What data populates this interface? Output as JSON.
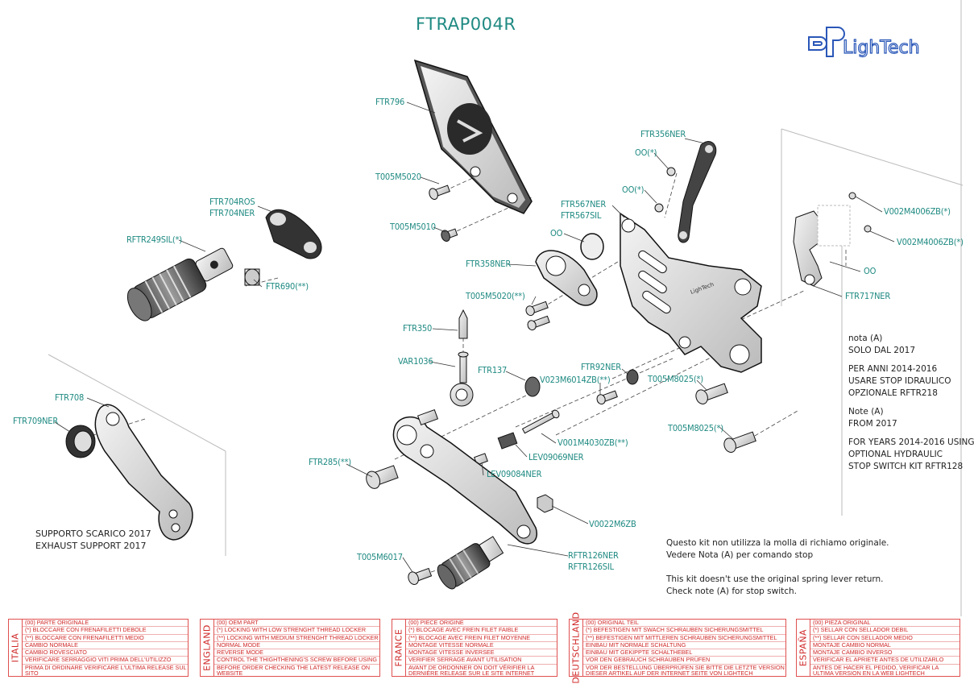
{
  "title": "FTRAP004R",
  "brand": "LighTech",
  "callouts": [
    {
      "id": "FTR796",
      "text": "FTR796"
    },
    {
      "id": "T005M5020a",
      "text": "T005M5020"
    },
    {
      "id": "T005M5010",
      "text": "T005M5010"
    },
    {
      "id": "FTR704ROS",
      "text": "FTR704ROS"
    },
    {
      "id": "FTR704NER",
      "text": "FTR704NER"
    },
    {
      "id": "RFTR249SIL",
      "text": "RFTR249SIL(*)"
    },
    {
      "id": "FTR690",
      "text": "FTR690(**)"
    },
    {
      "id": "FTR358NER",
      "text": "FTR358NER"
    },
    {
      "id": "T005M5020b",
      "text": "T005M5020(**)"
    },
    {
      "id": "OO1",
      "text": "OO"
    },
    {
      "id": "FTR567NER",
      "text": "FTR567NER"
    },
    {
      "id": "FTR567SIL",
      "text": "FTR567SIL"
    },
    {
      "id": "FTR356NER",
      "text": "FTR356NER"
    },
    {
      "id": "OOa",
      "text": "OO(*)"
    },
    {
      "id": "OOb",
      "text": "OO(*)"
    },
    {
      "id": "V002M4006ZBa",
      "text": "V002M4006ZB(*)"
    },
    {
      "id": "V002M4006ZBb",
      "text": "V002M4006ZB(*)"
    },
    {
      "id": "OO2",
      "text": "OO"
    },
    {
      "id": "FTR717NER",
      "text": "FTR717NER"
    },
    {
      "id": "FTR350",
      "text": "FTR350"
    },
    {
      "id": "VAR1036",
      "text": "VAR1036"
    },
    {
      "id": "FTR137",
      "text": "FTR137"
    },
    {
      "id": "V023M6014ZB",
      "text": "V023M6014ZB(**)"
    },
    {
      "id": "FTR92NER",
      "text": "FTR92NER"
    },
    {
      "id": "T005M8025a",
      "text": "T005M8025(*)"
    },
    {
      "id": "T005M8025b",
      "text": "T005M8025(*)"
    },
    {
      "id": "FTR708",
      "text": "FTR708"
    },
    {
      "id": "FTR709NER",
      "text": "FTR709NER"
    },
    {
      "id": "V001M4030ZB",
      "text": "V001M4030ZB(**)"
    },
    {
      "id": "LEV09069NER",
      "text": "LEV09069NER"
    },
    {
      "id": "LEV09084NER",
      "text": "LEV09084NER"
    },
    {
      "id": "FTR285",
      "text": "FTR285(**)"
    },
    {
      "id": "V0022M6ZB",
      "text": "V0022M6ZB"
    },
    {
      "id": "T005M6017",
      "text": "T005M6017"
    },
    {
      "id": "RFTR126NER",
      "text": "RFTR126NER"
    },
    {
      "id": "RFTR126SIL",
      "text": "RFTR126SIL"
    }
  ],
  "exhaust_note": [
    "SUPPORTO SCARICO 2017",
    "EXHAUST SUPPORT 2017"
  ],
  "side_note": [
    "nota (A)",
    "SOLO DAL 2017",
    "",
    "PER ANNI 2014-2016",
    "USARE STOP IDRAULICO",
    "OPZIONALE RFTR218",
    "",
    "Note (A)",
    "FROM 2017",
    "",
    "FOR YEARS 2014-2016 USING",
    "OPTIONAL HYDRAULIC",
    "STOP SWITCH KIT RFTR128"
  ],
  "kit_note": [
    "Questo kit non utilizza la molla di richiamo originale.",
    "Vedere Nota (A) per comando stop",
    "",
    "This kit doesn't use the original spring lever return.",
    "Check note (A) for stop switch."
  ],
  "legend": [
    {
      "lang": "ITALIA",
      "rows": [
        "(00) PARTE ORIGINALE",
        "(*)   BLOCCARE CON FRENAFILETTI DEBOLE",
        "(**)  BLOCCARE CON FRENAFILETTI MEDIO",
        "CAMBIO NORMALE",
        "CAMBIO ROVESCIATO",
        "VERIFICARE SERRAGGIO VITI PRIMA DELL'UTILIZZO",
        "PRIMA DI ORDINARE VERIFICARE L'ULTIMA RELEASE SUL SITO"
      ]
    },
    {
      "lang": "ENGLAND",
      "rows": [
        "(00) OEM PART",
        "(*)   LOCKING WITH LOW STRENGHT THREAD LOCKER",
        "(**)  LOCKING WITH MEDIUM STRENGHT THREAD LOCKER",
        "NORMAL MODE",
        "REVERSE MODE",
        "CONTROL THE THIGHTHENING'S SCREW BEFORE USING",
        "BEFORE ORDER CHECKING THE LATEST RELEASE ON WEBSITE"
      ]
    },
    {
      "lang": "FRANCE",
      "rows": [
        "(00) PIECE ORIGINE",
        "(*)   BLOCAGE AVEC FREIN FILET FAIBLE",
        "(**)  BLOCAGE AVEC FREIN FILET MOYENNE",
        "MONTAGE VITESSE NORMALE",
        "MONTAGE VITESSE INVERSEE",
        "VERIFIER SERRAGE AVANT UTILISATION",
        "AVANT DE ORDONNER ON DOIT VÉRIFIER LA DERNIÈRE RELEASE SUR LE SITE INTERNET"
      ]
    },
    {
      "lang": "DEUTSCHLAND",
      "rows": [
        "(00) ORIGINAL TEIL",
        "(*)   BEFESTIGEN MIT SWACH SCHRAUBEN SICHERUNGSMITTEL",
        "(**)  BEFESTIGEN MIT MITTLEREN SCHRAUBEN SICHERUNGSMITTEL",
        "EINBAU MIT NORMALE SCHALTUNG",
        "EINBAU MIT GEKIPPTE SCHALTHEBEL",
        "VOR DEN GEBRAUCH SCHRAUBEN PRÜFEN",
        "VOR DER BESTELLUNG ÜBERPRÜFEN SIE BITTE DIE LETZTE VERSION DIESER ARTIKEL AUF DER INTERNET SEITE VON LIGHTECH"
      ]
    },
    {
      "lang": "ESPAÑA",
      "rows": [
        "(00) PIEZA ORIGINAL",
        "(*)   SELLAR CON SELLADOR DEBIL",
        "(**)  SELLAR CON SELLADOR MEDIO",
        "MONTAJE  CAMBIO NORMAL",
        "MONTAJE  CAMBIO INVERSO",
        "VERIFICAR EL APRIETE ANTES DE UTILIZARLO",
        "ANTES DE HACER EL PEDIDO, VERIFICAR LA ULTIMA VERSION EN LA WEB LIGHTECH"
      ]
    }
  ],
  "colors": {
    "callout": "#1f8a82",
    "legend": "#d02828",
    "line": "#111111"
  }
}
